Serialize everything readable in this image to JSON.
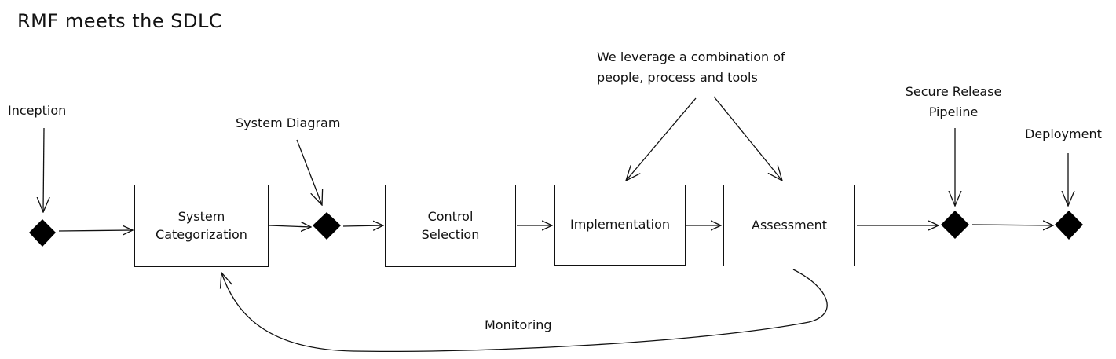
{
  "title": "RMF meets the SDLC",
  "labels": {
    "inception": "Inception",
    "system_diagram": "System Diagram",
    "annotation_line1": "We leverage a combination of",
    "annotation_line2": "people, process and tools",
    "secure_release_line1": "Secure Release",
    "secure_release_line2": "Pipeline",
    "deployment": "Deployment",
    "monitoring": "Monitoring"
  },
  "boxes": {
    "system_categorization_line1": "System",
    "system_categorization_line2": "Categorization",
    "control_selection_line1": "Control",
    "control_selection_line2": "Selection",
    "implementation": "Implementation",
    "assessment": "Assessment"
  }
}
